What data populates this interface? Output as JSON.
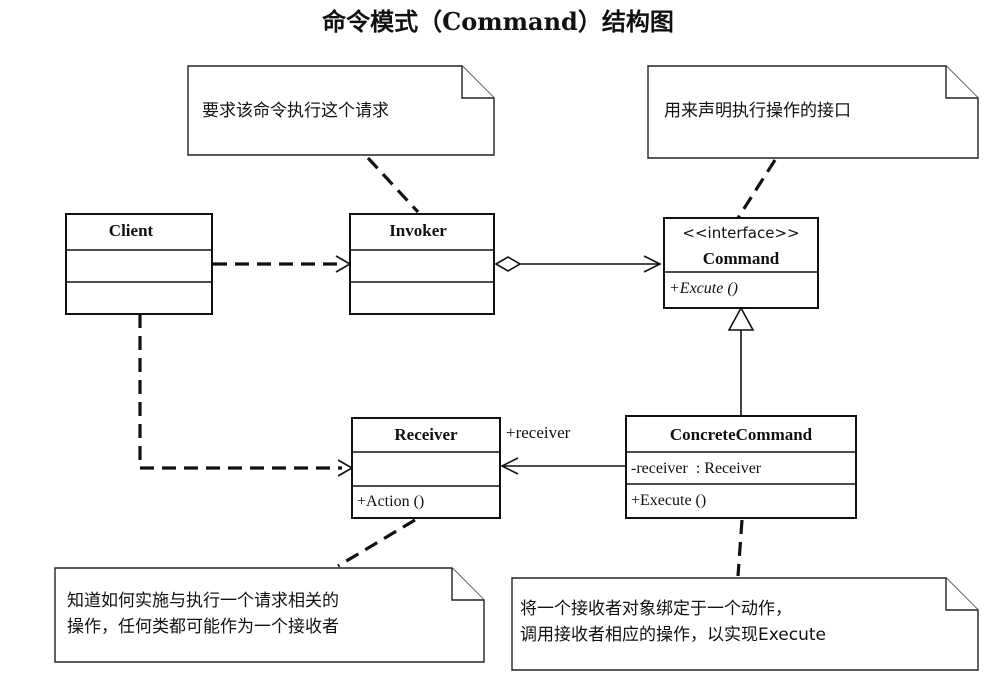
{
  "title": "命令模式（Command）结构图",
  "classes": {
    "client": {
      "name": "Client"
    },
    "invoker": {
      "name": "Invoker"
    },
    "command": {
      "stereotype": "<<interface>>",
      "name": "Command",
      "operation": "+Excute ()"
    },
    "receiver": {
      "name": "Receiver",
      "operation": "+Action ()"
    },
    "concrete_command": {
      "name": "ConcreteCommand",
      "attribute": "-receiver  : Receiver",
      "operation": "+Execute ()"
    }
  },
  "relations": {
    "receiver_role": "+receiver"
  },
  "notes": {
    "invoker_note": {
      "lines": [
        "要求该命令执行这个请求"
      ]
    },
    "command_note": {
      "lines": [
        "用来声明执行操作的接口"
      ]
    },
    "receiver_note": {
      "lines": [
        "知道如何实施与执行一个请求相关的",
        "操作，任何类都可能作为一个接收者"
      ]
    },
    "concrete_note": {
      "lines": [
        "将一个接收者对象绑定于一个动作，",
        "调用接收者相应的操作，以实现Execute"
      ]
    }
  }
}
